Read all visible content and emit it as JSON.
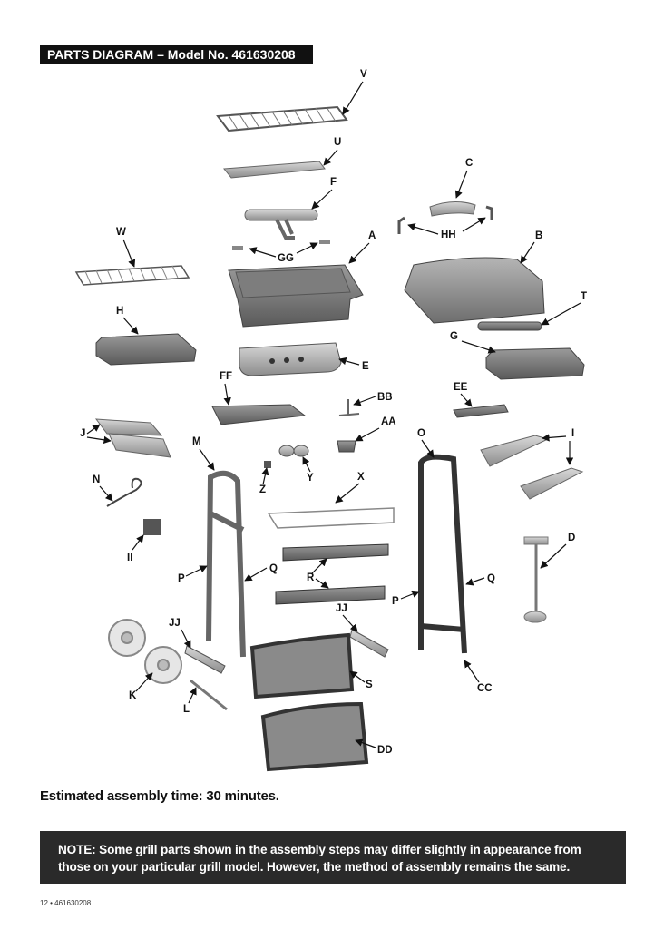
{
  "header": {
    "title": "PARTS DIAGRAM – Model No. 461630208"
  },
  "callouts": {
    "V": "V",
    "U": "U",
    "C": "C",
    "F": "F",
    "W": "W",
    "HH": "HH",
    "B": "B",
    "GG": "GG",
    "A": "A",
    "T": "T",
    "H": "H",
    "G": "G",
    "E": "E",
    "FF": "FF",
    "BB": "BB",
    "EE": "EE",
    "AA": "AA",
    "J": "J",
    "O": "O",
    "I": "I",
    "M": "M",
    "N": "N",
    "Z": "Z",
    "Y": "Y",
    "X": "X",
    "II": "II",
    "D": "D",
    "R": "R",
    "P": "P",
    "Q": "Q",
    "JJ": "JJ",
    "S": "S",
    "K": "K",
    "L": "L",
    "CC": "CC",
    "DD": "DD"
  },
  "assembly_time": "Estimated assembly time: 30 minutes.",
  "note": {
    "line1": "NOTE:  Some grill parts shown in the assembly steps may differ slightly in appearance from",
    "line2": "those on your particular grill model. However, the method of assembly remains the same."
  },
  "footer": "12 • 461630208"
}
